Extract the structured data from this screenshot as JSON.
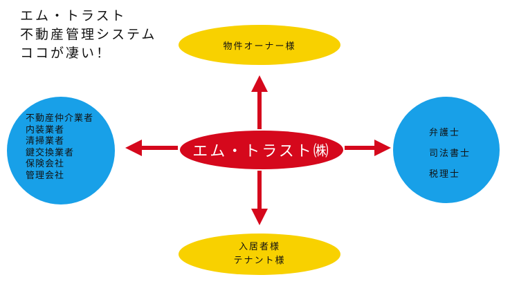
{
  "heading": {
    "lines": [
      "エム・トラスト",
      "不動産管理システム",
      "ココが凄い！"
    ]
  },
  "center": {
    "label": "エム・トラスト㈱"
  },
  "top_node": {
    "label": "物件オーナー様"
  },
  "bottom_node": {
    "lines": [
      "入居者様",
      "テナント様"
    ]
  },
  "left_node": {
    "items": [
      "不動産仲介業者",
      "内装業者",
      "清掃業者",
      "鍵交換業者",
      "保険会社",
      "管理会社"
    ]
  },
  "right_node": {
    "items": [
      "弁護士",
      "司法書士",
      "税理士"
    ]
  },
  "colors": {
    "center_fill": "#d5081c",
    "yellow_fill": "#f8d100",
    "blue_fill": "#18a0e8",
    "arrow": "#d5081c"
  }
}
